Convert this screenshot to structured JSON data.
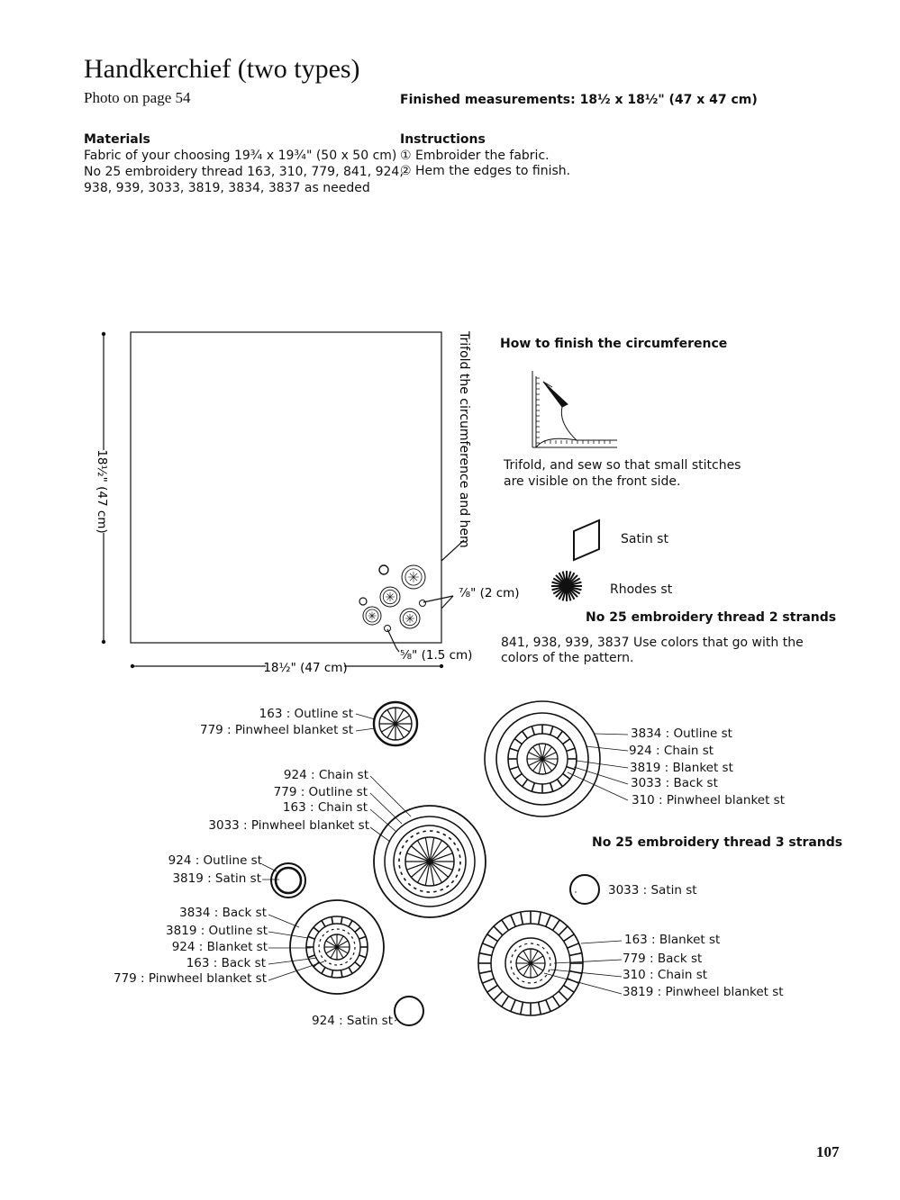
{
  "title": "Handkerchief (two types)",
  "photo_ref": "Photo on page 54",
  "finished": "Finished measurements: 18½ x 18½\" (47 x 47 cm)",
  "materials": {
    "heading": "Materials",
    "line1": "Fabric of your choosing 19¾ x 19¾\" (50 x 50 cm)",
    "line2": "No 25 embroidery thread 163, 310, 779, 841, 924,",
    "line3": "938, 939, 3033, 3819, 3834, 3837 as needed"
  },
  "instructions": {
    "heading": "Instructions",
    "step1": "① Embroider the fabric.",
    "step2": "② Hem the edges to finish."
  },
  "diagram": {
    "side_label": "18½\" (47 cm)",
    "bottom_label": "18½\" (47 cm)",
    "hem_label": "Trifold the circumference and hem",
    "offset_right": "⅞\" (2 cm)",
    "offset_bottom": "⅝\" (1.5 cm)"
  },
  "finish": {
    "heading": "How to finish the circumference",
    "desc1": "Trifold, and sew so that small stitches",
    "desc2": "are visible on the front side."
  },
  "legend": {
    "satin": "Satin st",
    "rhodes": "Rhodes st",
    "two_strands": "No 25 embroidery thread 2 strands",
    "colors1": "841, 938, 939, 3837 Use colors that go with the",
    "colors2": "colors of the pattern.",
    "three_strands": "No 25 embroidery thread 3 strands"
  },
  "motifs": {
    "m1": [
      "163 : Outline st",
      "779 : Pinwheel blanket st"
    ],
    "m2": [
      "3834 : Outline st",
      "924 : Chain st",
      "3819 : Blanket st",
      "3033 : Back st",
      "310 : Pinwheel blanket st"
    ],
    "m3": [
      "924 : Chain st",
      "779 : Outline st",
      "163 : Chain st",
      "3033 : Pinwheel blanket st"
    ],
    "m4": [
      "924 : Outline st",
      "3819 : Satin st"
    ],
    "m5": [
      "3033 : Satin st"
    ],
    "m6": [
      "3834 : Back st",
      "3819 : Outline st",
      "924 : Blanket st",
      "163 : Back st",
      "779 : Pinwheel blanket st"
    ],
    "m7": [
      "163 : Blanket st",
      "779 : Back st",
      "310 : Chain st",
      "3819 : Pinwheel blanket st"
    ],
    "m8": [
      "924 : Satin st"
    ]
  },
  "page_number": "107"
}
